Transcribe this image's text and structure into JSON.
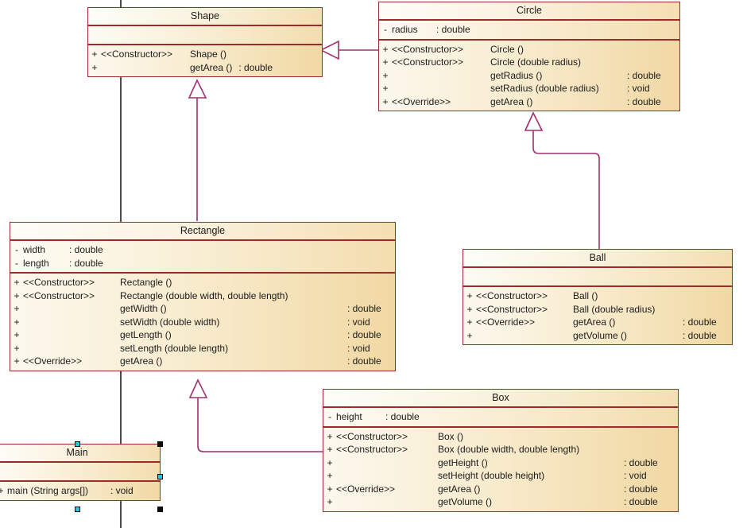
{
  "diagram": {
    "type": "uml-class-diagram",
    "background_color": "#ffffff",
    "box_border_color": "#9c2b2b",
    "connector_color": "#a0306b",
    "page_guide_color": "#4a4a4a",
    "selection_handle_color": "#0b0b0b"
  },
  "classes": {
    "shape": {
      "name": "Shape",
      "attributes": [],
      "operations": [
        {
          "visibility": "+",
          "stereotype": "<<Constructor>>",
          "signature": "Shape ()",
          "type": ""
        },
        {
          "visibility": "+",
          "stereotype": "",
          "signature": "getArea ()",
          "type": ": double"
        }
      ]
    },
    "circle": {
      "name": "Circle",
      "attributes": [
        {
          "visibility": "-",
          "name": "radius",
          "type": ": double"
        }
      ],
      "operations": [
        {
          "visibility": "+",
          "stereotype": "<<Constructor>>",
          "signature": "Circle ()",
          "type": ""
        },
        {
          "visibility": "+",
          "stereotype": "<<Constructor>>",
          "signature": "Circle (double radius)",
          "type": ""
        },
        {
          "visibility": "+",
          "stereotype": "",
          "signature": "getRadius ()",
          "type": ": double"
        },
        {
          "visibility": "+",
          "stereotype": "",
          "signature": "setRadius (double radius)",
          "type": ": void"
        },
        {
          "visibility": "+",
          "stereotype": "<<Override>>",
          "signature": "getArea ()",
          "type": ": double"
        }
      ]
    },
    "rectangle": {
      "name": "Rectangle",
      "attributes": [
        {
          "visibility": "-",
          "name": "width",
          "type": ": double"
        },
        {
          "visibility": "-",
          "name": "length",
          "type": ": double"
        }
      ],
      "operations": [
        {
          "visibility": "+",
          "stereotype": "<<Constructor>>",
          "signature": "Rectangle ()",
          "type": ""
        },
        {
          "visibility": "+",
          "stereotype": "<<Constructor>>",
          "signature": "Rectangle (double width, double length)",
          "type": ""
        },
        {
          "visibility": "+",
          "stereotype": "",
          "signature": "getWidth ()",
          "type": ": double"
        },
        {
          "visibility": "+",
          "stereotype": "",
          "signature": "setWidth (double width)",
          "type": ": void"
        },
        {
          "visibility": "+",
          "stereotype": "",
          "signature": "getLength ()",
          "type": ": double"
        },
        {
          "visibility": "+",
          "stereotype": "",
          "signature": "setLength (double length)",
          "type": ": void"
        },
        {
          "visibility": "+",
          "stereotype": "<<Override>>",
          "signature": "getArea ()",
          "type": ": double"
        }
      ]
    },
    "ball": {
      "name": "Ball",
      "attributes": [],
      "operations": [
        {
          "visibility": "+",
          "stereotype": "<<Constructor>>",
          "signature": "Ball ()",
          "type": ""
        },
        {
          "visibility": "+",
          "stereotype": "<<Constructor>>",
          "signature": "Ball (double radius)",
          "type": ""
        },
        {
          "visibility": "+",
          "stereotype": "<<Override>>",
          "signature": "getArea ()",
          "type": ": double"
        },
        {
          "visibility": "+",
          "stereotype": "",
          "signature": "getVolume ()",
          "type": ": double"
        }
      ]
    },
    "box": {
      "name": "Box",
      "attributes": [
        {
          "visibility": "-",
          "name": "height",
          "type": ": double"
        }
      ],
      "operations": [
        {
          "visibility": "+",
          "stereotype": "<<Constructor>>",
          "signature": "Box ()",
          "type": ""
        },
        {
          "visibility": "+",
          "stereotype": "<<Constructor>>",
          "signature": "Box (double width, double length)",
          "type": ""
        },
        {
          "visibility": "+",
          "stereotype": "",
          "signature": "getHeight ()",
          "type": ": double"
        },
        {
          "visibility": "+",
          "stereotype": "",
          "signature": "setHeight (double height)",
          "type": ": void"
        },
        {
          "visibility": "+",
          "stereotype": "<<Override>>",
          "signature": "getArea ()",
          "type": ": double"
        },
        {
          "visibility": "+",
          "stereotype": "",
          "signature": "getVolume ()",
          "type": ": double"
        }
      ]
    },
    "main": {
      "name": "Main",
      "selected": true,
      "attributes": [],
      "operations": [
        {
          "visibility": "+",
          "stereotype": "",
          "signature": "main (String args[])",
          "type": ": void"
        }
      ]
    }
  },
  "relationships": [
    {
      "name": "circle-extends-shape",
      "kind": "generalization",
      "from": "Circle",
      "to": "Shape"
    },
    {
      "name": "rectangle-extends-shape",
      "kind": "generalization",
      "from": "Rectangle",
      "to": "Shape"
    },
    {
      "name": "ball-extends-circle",
      "kind": "generalization",
      "from": "Ball",
      "to": "Circle"
    },
    {
      "name": "box-extends-rectangle",
      "kind": "generalization",
      "from": "Box",
      "to": "Rectangle"
    }
  ]
}
